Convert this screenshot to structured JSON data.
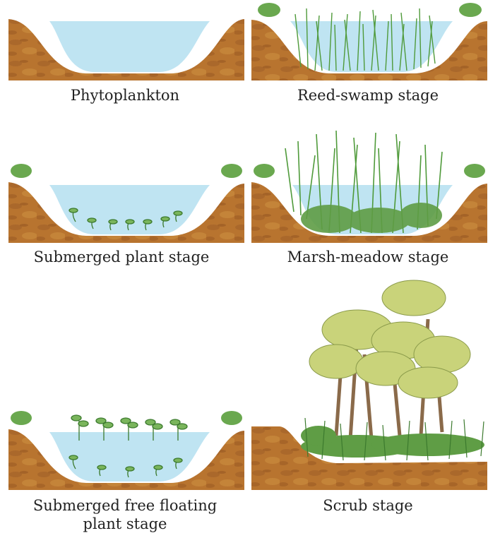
{
  "stages": [
    {
      "label": "Phytoplankton"
    },
    {
      "label": "Reed-swamp stage"
    },
    {
      "label": "Submerged plant stage"
    },
    {
      "label": "Marsh-meadow stage"
    },
    {
      "label": "Submerged free floating plant stage"
    },
    {
      "label": "Scrub stage"
    }
  ],
  "colors": {
    "soil": "#b8742f",
    "soil_dark": "#8a4e1c",
    "water": "#bfe4f2",
    "plant_green": "#6aa84f",
    "plant_dark": "#3c7a2e",
    "tree_canopy": "#c9d37a"
  }
}
